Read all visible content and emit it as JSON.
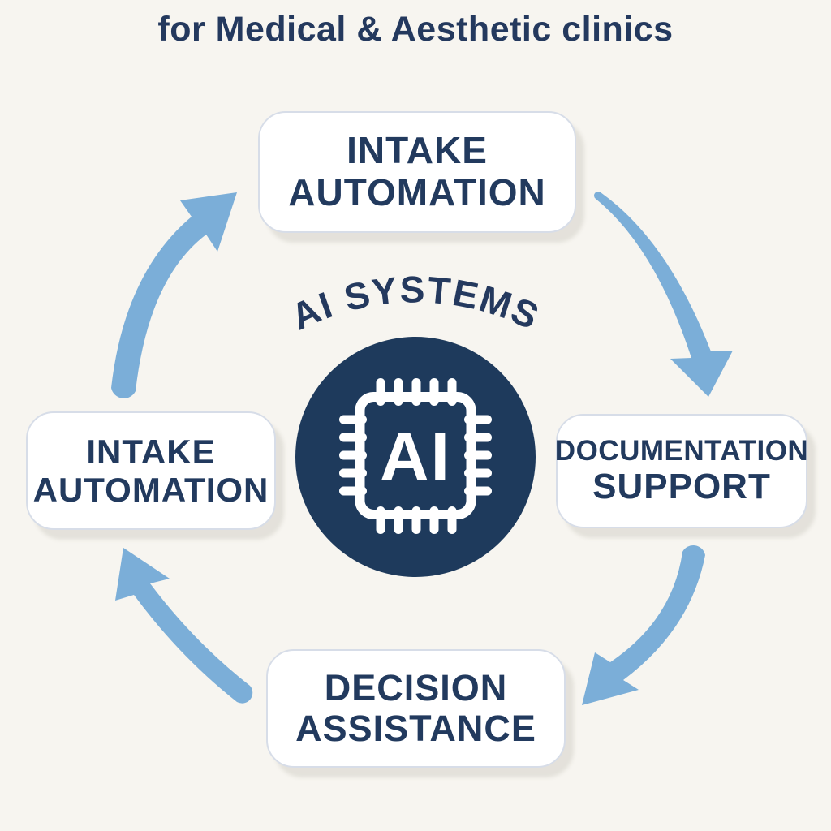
{
  "title": "for Medical & Aesthetic clinics",
  "center": {
    "arc_label": "AI SYSTEMS",
    "chip_label": "AI",
    "icon": "ai-chip-icon"
  },
  "nodes": {
    "top": {
      "line1": "INTAKE",
      "line2": "AUTOMATION"
    },
    "right": {
      "line1": "DOCUMENTATION",
      "line2": "SUPPORT"
    },
    "bottom": {
      "line1": "DECISION",
      "line2": "ASSISTANCE"
    },
    "left": {
      "line1": "INTAKE",
      "line2": "AUTOMATION"
    }
  },
  "flow_order": [
    "top",
    "right",
    "bottom",
    "left"
  ],
  "colors": {
    "background": "#F7F5F0",
    "navy_text": "#24395E",
    "circle_fill": "#1E3A5C",
    "arrow_blue": "#7BAED8",
    "box_border": "#D7DDE8",
    "box_fill": "#FFFFFF",
    "chip_white": "#FFFFFF"
  }
}
